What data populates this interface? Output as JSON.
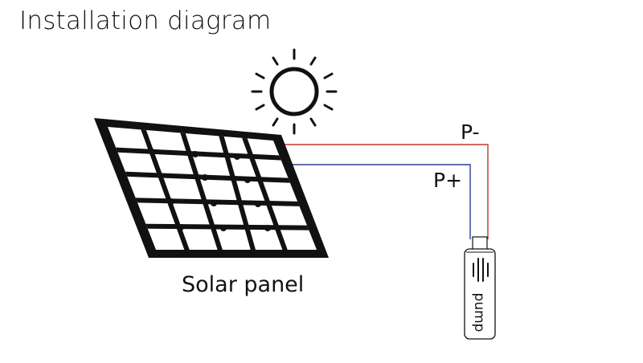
{
  "title": "Installation diagram",
  "labels": {
    "solar_panel": "Solar panel",
    "p_minus": "P-",
    "p_plus": "P+",
    "pump": "pump"
  },
  "colors": {
    "p_minus_wire": "#c0392b",
    "p_plus_wire": "#2c3e8f",
    "outline": "#111111",
    "background": "#ffffff"
  },
  "icons": {
    "sun": "sun-icon",
    "panel": "solar-panel-icon",
    "pump": "pump-icon"
  }
}
